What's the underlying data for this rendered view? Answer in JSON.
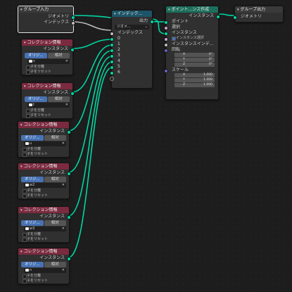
{
  "colors": {
    "background": "#1d1d1d",
    "geometry_socket": "#00d6a3",
    "collection_header": "#7b2a3f",
    "utility_header": "#1e5467",
    "geometry_header": "#1d6e5b"
  },
  "group_input": {
    "title": "グループ入力",
    "outputs": [
      "ジオメトリ",
      "インデックス"
    ]
  },
  "index_switch": {
    "title": "インデック...",
    "output": "出力",
    "dropdown": "ジオメ...",
    "index_label": "インデックス",
    "items": [
      "0",
      "1",
      "2",
      "3",
      "4",
      "5",
      "6"
    ]
  },
  "instance_on_points": {
    "title": "ポイント...ンス作成",
    "output": "インスタンス",
    "inputs": [
      "ポイント",
      "選択",
      "インスタンス",
      "インスタンス選択",
      "インスタンスインデ...",
      "回転"
    ],
    "rotation": [
      {
        "axis": "X",
        "value": "0°"
      },
      {
        "axis": "Y",
        "value": "0°"
      },
      {
        "axis": "Z",
        "value": "0°"
      }
    ],
    "scale_label": "スケール",
    "scale": [
      {
        "axis": "X",
        "value": "1.000"
      },
      {
        "axis": "Y",
        "value": "1.000"
      },
      {
        "axis": "Z",
        "value": "1.000"
      }
    ]
  },
  "group_output": {
    "title": "グループ出力",
    "input": "ジオメトリ"
  },
  "collection_nodes": [
    {
      "title": "コレクション情報",
      "output": "インスタンス",
      "btn_original": "オリジ...",
      "btn_relative": "相対",
      "collection": "s",
      "separate_children": "子を分離",
      "reset_children": "子をリセット"
    },
    {
      "title": "コレクション情報",
      "output": "インスタンス",
      "btn_original": "オリジ...",
      "btn_relative": "相対",
      "collection": "t",
      "separate_children": "子を分離",
      "reset_children": "子をリセット"
    },
    {
      "title": "コレクション情報",
      "output": "インスタンス",
      "btn_original": "オリジ...",
      "btn_relative": "相対",
      "collection": "u",
      "separate_children": "子を分離",
      "reset_children": "子をリセット"
    },
    {
      "title": "コレクション情報",
      "output": "インスタンス",
      "btn_original": "オリジ...",
      "btn_relative": "相対",
      "collection": "w2",
      "separate_children": "子を分離",
      "reset_children": "子をリセット"
    },
    {
      "title": "コレクション情報",
      "output": "インスタンス",
      "btn_original": "オリジ...",
      "btn_relative": "相対",
      "collection": "w3",
      "separate_children": "子を分離",
      "reset_children": "子をリセット"
    },
    {
      "title": "コレクション情報",
      "output": "インスタンス",
      "btn_original": "オリジ...",
      "btn_relative": "相対",
      "collection": "n",
      "separate_children": "子を分離",
      "reset_children": "子をリセット"
    }
  ]
}
